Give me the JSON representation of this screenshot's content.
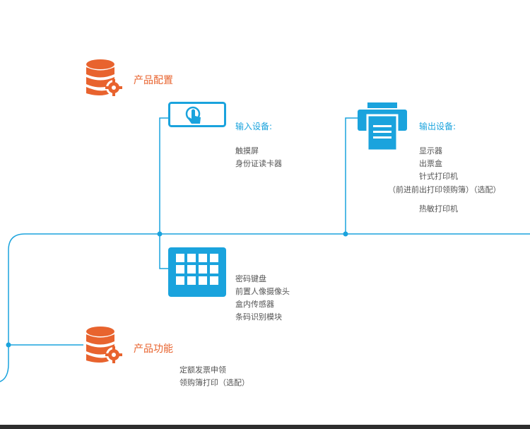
{
  "sections": {
    "config": {
      "title": "产品配置",
      "icon": "database-gear-icon"
    },
    "function": {
      "title": "产品功能",
      "icon": "database-gear-icon",
      "items": [
        "定额发票申领",
        "领购簿打印（选配）"
      ]
    }
  },
  "input_devices": {
    "title": "输入设备:",
    "icon": "touch-screen-icon",
    "items": [
      "触摸屏",
      "身份证读卡器"
    ]
  },
  "output_devices": {
    "title": "输出设备:",
    "icon": "printer-icon",
    "items": [
      "显示器",
      "出票盒",
      "针式打印机",
      "（前进前出打印领购簿）（选配）",
      "热敏打印机"
    ]
  },
  "keypad_devices": {
    "icon": "keypad-icon",
    "items": [
      "密码键盘",
      "前置人像摄像头",
      "盒内传感器",
      "条码识别模块"
    ]
  },
  "colors": {
    "accent_blue": "#1aa3dd",
    "accent_orange": "#e8632e",
    "text_gray": "#555555"
  }
}
